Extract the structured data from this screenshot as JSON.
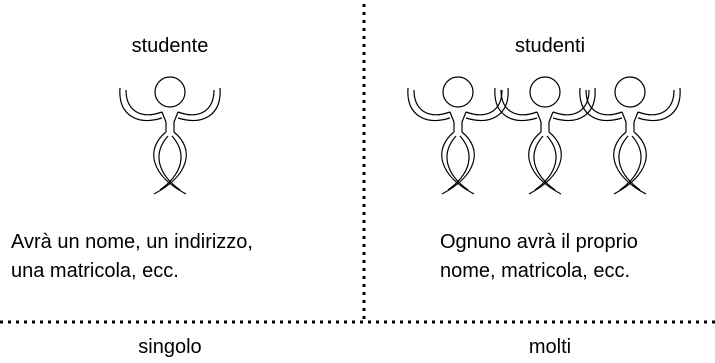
{
  "left_panel": {
    "label": "studente",
    "description_line1": "Avrà un nome, un indirizzo,",
    "description_line2": "una matricola, ecc.",
    "bottom_label": "singolo"
  },
  "right_panel": {
    "label": "studenti",
    "description_line1": "Ognuno avrà il proprio",
    "description_line2": "nome, matricola, ecc.",
    "bottom_label": "molti"
  },
  "colors": {
    "stroke": "#000000",
    "background": "#ffffff"
  }
}
